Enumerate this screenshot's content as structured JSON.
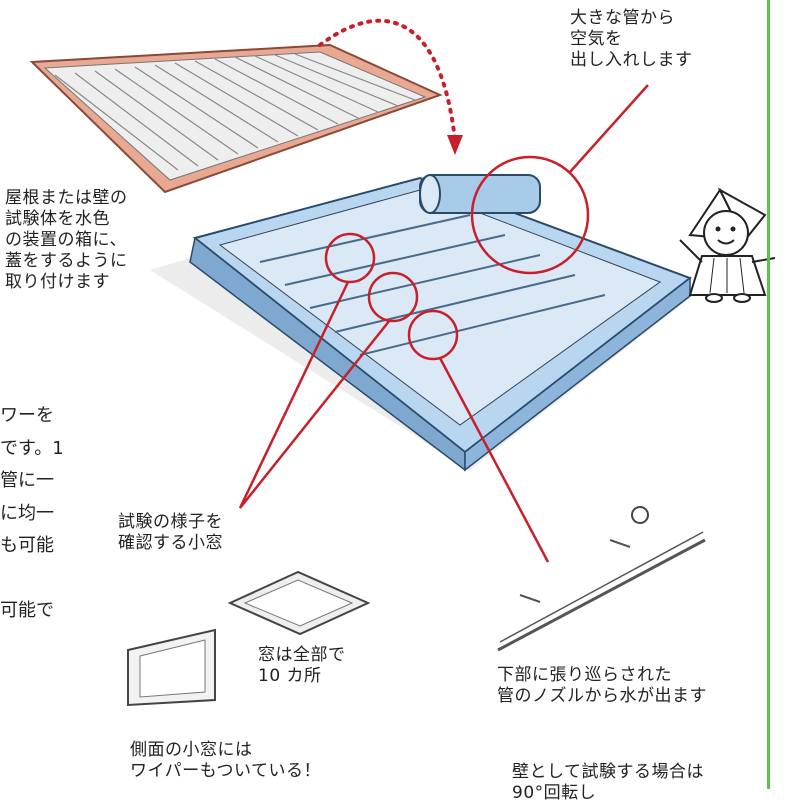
{
  "labels": {
    "air_pipe": "大きな管から\n空気を\n出し入れします",
    "specimen": "屋根または壁の\n試験体を水色\nの装置の箱に、\n蓋をするように\n取り付けます",
    "window_view": "試験の様子を\n確認する小窓",
    "window_count": "窓は全部で\n10 カ所",
    "nozzle": "下部に張り巡らされた\n管のノズルから水が出ます",
    "wiper": "側面の小窓には\nワイパーもついている！",
    "wall_test": "壁として試験する場合は\n90°回転し"
  },
  "body_text": "ワーを\nです。1\n管に一\nに均一\nも可能\n\n可能で",
  "colors": {
    "accent_red": "#c8202a",
    "apparatus_blue": "#9cc4e8",
    "roof_red": "#d9826a",
    "rule_green": "#5fbf52"
  }
}
